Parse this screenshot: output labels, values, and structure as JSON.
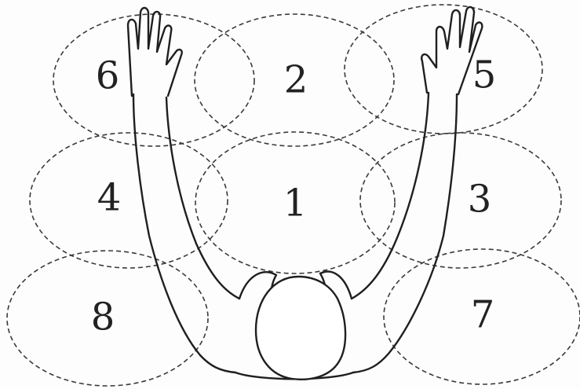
{
  "figure": {
    "zones": [
      {
        "id": "zone-1",
        "label": "1"
      },
      {
        "id": "zone-2",
        "label": "2"
      },
      {
        "id": "zone-3",
        "label": "3"
      },
      {
        "id": "zone-4",
        "label": "4"
      },
      {
        "id": "zone-5",
        "label": "5"
      },
      {
        "id": "zone-6",
        "label": "6"
      },
      {
        "id": "zone-7",
        "label": "7"
      },
      {
        "id": "zone-8",
        "label": "8"
      }
    ],
    "colors": {
      "ink": "#1f1f1f",
      "dash": "#3a3a3a",
      "background": "#fdfdfd"
    }
  }
}
